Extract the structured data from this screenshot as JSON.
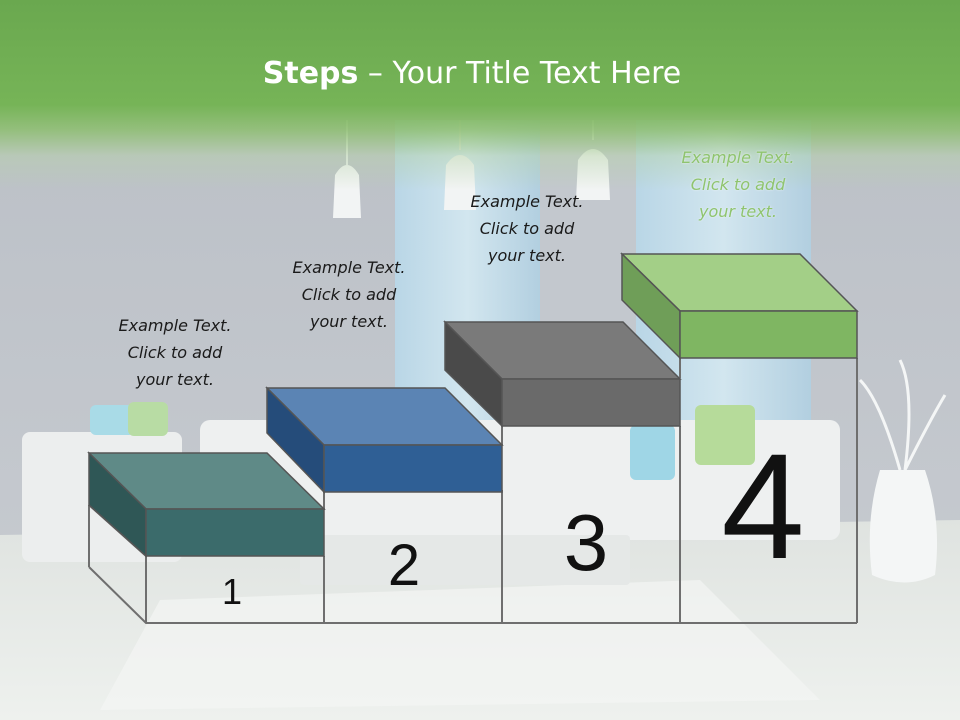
{
  "slide": {
    "title_bold": "Steps",
    "title_rest": " – Your Title Text Here"
  },
  "steps": [
    {
      "number": "1",
      "caption": [
        "Example Text.",
        "Click  to add",
        "your text."
      ],
      "color": "#3b6b6b"
    },
    {
      "number": "2",
      "caption": [
        "Example Text.",
        "Click  to add",
        "your text."
      ],
      "color": "#2f5f95"
    },
    {
      "number": "3",
      "caption": [
        "Example Text.",
        "Click  to add",
        "your text."
      ],
      "color": "#6a6a6a"
    },
    {
      "number": "4",
      "caption": [
        "Example Text.",
        "Click  to add",
        "your text."
      ],
      "color": "#7fb662"
    }
  ],
  "colors": {
    "title_band": "#6aa84f",
    "background": "#c9ccd0"
  }
}
